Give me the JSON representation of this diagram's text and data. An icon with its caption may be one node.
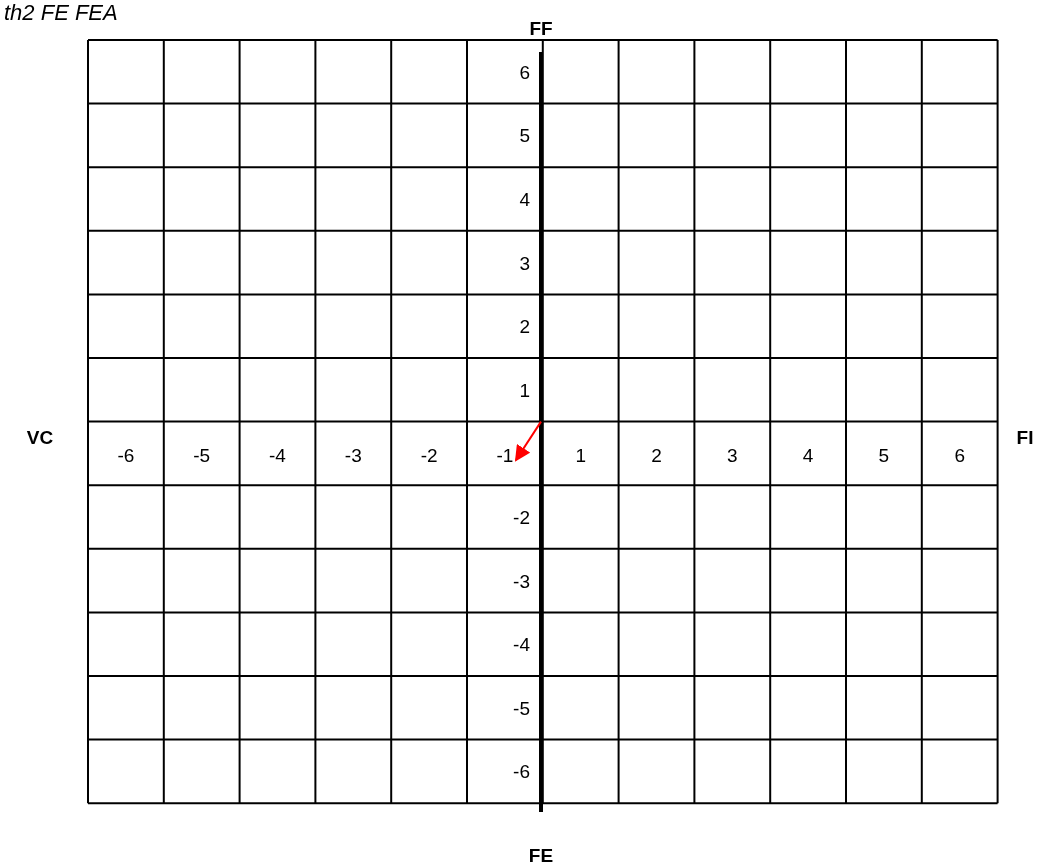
{
  "diagram": {
    "title": "th2 FE FEA",
    "labels": [
      "FF",
      "6",
      "5",
      "4",
      "3",
      "2",
      "1",
      "VC",
      "-6",
      "-5",
      "-4",
      "-3",
      "-2",
      "-1",
      "1",
      "2",
      "3",
      "4",
      "5",
      "6",
      "FI",
      "-2",
      "-3",
      "-4",
      "-5",
      "-6",
      "FE"
    ]
  }
}
